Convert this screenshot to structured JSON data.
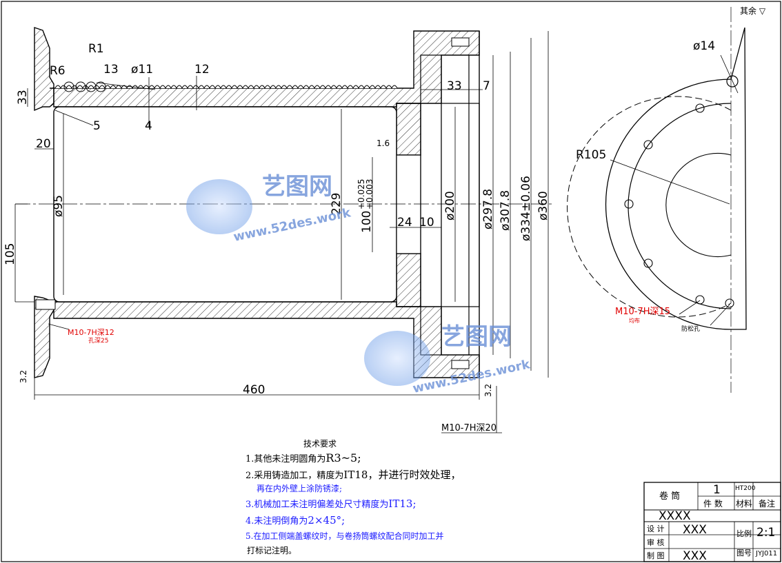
{
  "roughness_note": "其余 ▽",
  "dims": {
    "r1": "R1",
    "r6": "R6",
    "d13": "13",
    "phi11": "ø11",
    "d12": "12",
    "d33": "33",
    "d5": "5",
    "d4": "4",
    "d20": "20",
    "phi95": "ø95",
    "d229": "229",
    "tol100": "100",
    "tol_up": "+0.025",
    "tol_lo": "+0.003",
    "d24": "24",
    "d10": "10",
    "phi200": "ø200",
    "d33b": "33",
    "d7": "7",
    "phi297": "ø297.8",
    "phi307": "ø307.8",
    "phi334": "ø334±0.06",
    "phi360": "ø360",
    "d105": "105",
    "d460": "460",
    "ra16": "1.6",
    "ra32a": "3.2",
    "ra32b": "3.2",
    "phi14": "ø14",
    "r105": "R105"
  },
  "threads": {
    "left": "M10-7H深12",
    "left_sub": "孔深25",
    "bottom": "M10-7H深20",
    "right": "M10-7H深15",
    "right_sub": "均布",
    "pin": "防松孔"
  },
  "tech": {
    "heading": "技术要求",
    "items": [
      {
        "num": "1.",
        "text": "其他未注明圆角为",
        "tail": "R3~5;"
      },
      {
        "num": "2.",
        "text": "采用铸造加工，精度为",
        "tail": "IT18，并进行时效处理，"
      },
      {
        "num": "",
        "text": "再在内外壁上涂防锈漆;",
        "tail": ""
      },
      {
        "num": "3.",
        "text": "机械加工未注明偏差处尺寸精度为",
        "tail": "IT13;"
      },
      {
        "num": "4.",
        "text": "未注明倒角为",
        "tail": "2×45°;"
      },
      {
        "num": "5.",
        "text": "在加工侧端盖螺纹时，与卷扬筒螺纹配合同时加工并",
        "tail": ""
      },
      {
        "num": "",
        "text": "打标记注明。",
        "tail": ""
      }
    ]
  },
  "title_block": {
    "part_name": "卷 筒",
    "qty": "1",
    "material": "HT200",
    "col_qty": "件 数",
    "col_mat": "材料",
    "col_note": "备注",
    "company": "XXXX",
    "design_label": "设 计",
    "design_name": "XXX",
    "review_label": "审 核",
    "draw_label": "制 图",
    "draw_name": "XXX",
    "scale_label": "比例",
    "scale": "2:1",
    "drawing_no_label": "图号",
    "drawing_no": "JYJ011"
  },
  "watermark": {
    "brand": "艺图网",
    "url": "www.52des.work"
  },
  "colors": {
    "line": "#000000",
    "hatch": "#000000",
    "red": "#e00000",
    "blue": "#1a1aff",
    "watermark": "#6a8fd6"
  }
}
